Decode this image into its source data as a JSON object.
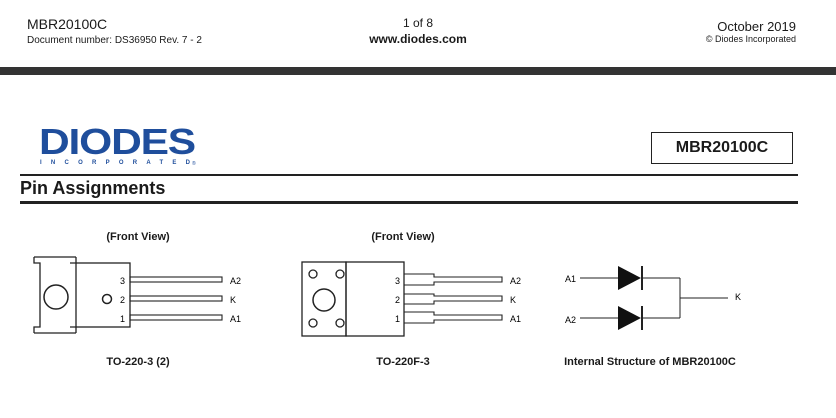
{
  "header": {
    "part_number": "MBR20100C",
    "document_number": "Document number: DS36950  Rev. 7 - 2",
    "page": "1 of 8",
    "website": "www.diodes.com",
    "date": "October 2019",
    "copyright": "© Diodes Incorporated"
  },
  "logo": {
    "name": "DIODES",
    "sub": "INCORPORATED"
  },
  "part_box": "MBR20100C",
  "section_title": "Pin Assignments",
  "package1": {
    "view_label": "(Front View)",
    "caption": "TO-220-3 (2)",
    "pins": [
      {
        "number": "3",
        "label": "A2"
      },
      {
        "number": "2",
        "label": "K"
      },
      {
        "number": "1",
        "label": "A1"
      }
    ]
  },
  "package2": {
    "view_label": "(Front View)",
    "caption": "TO-220F-3",
    "pins": [
      {
        "number": "3",
        "label": "A2"
      },
      {
        "number": "2",
        "label": "K"
      },
      {
        "number": "1",
        "label": "A1"
      }
    ]
  },
  "internal": {
    "caption": "Internal Structure of MBR20100C",
    "labels": {
      "a1": "A1",
      "a2": "A2",
      "k": "K"
    }
  },
  "colors": {
    "logo_blue": "#1f4e9c",
    "rule": "#333333"
  }
}
